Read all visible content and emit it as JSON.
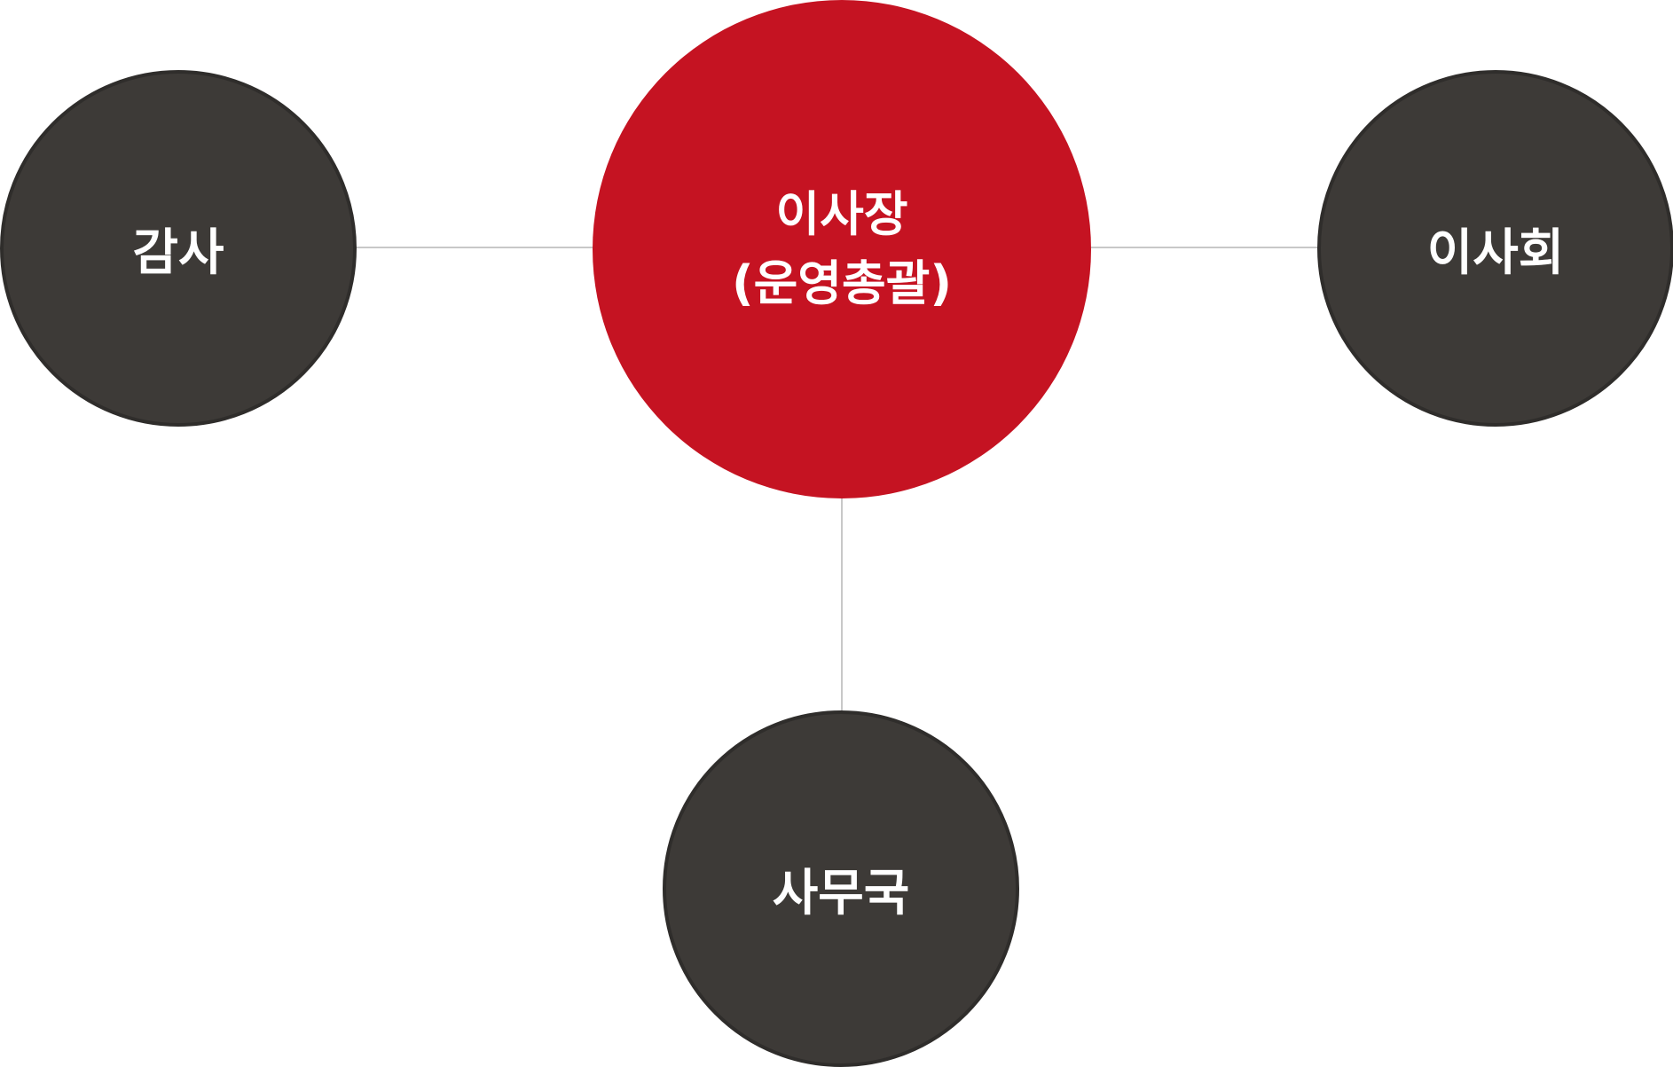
{
  "diagram": {
    "center": {
      "line1": "이사장",
      "line2": "(운영총괄)",
      "color": "#c51322"
    },
    "nodes": {
      "left": "감사",
      "right": "이사회",
      "bottom": "사무국"
    },
    "node_color": "#3d3a37",
    "connector_color": "#c8c8c8"
  }
}
